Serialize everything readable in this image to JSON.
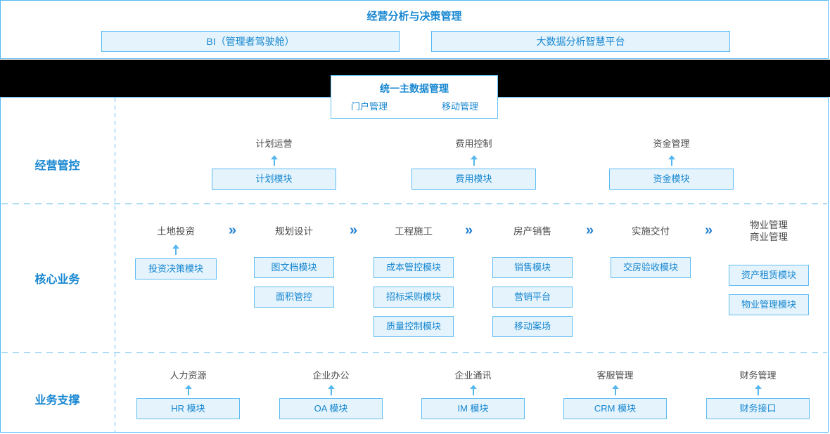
{
  "colors": {
    "accent_blue": "#1787d1",
    "box_fill": "#e4f3fc",
    "box_border": "#5fbdf3",
    "frame_border": "#54b9f5",
    "dashed_line": "#aedbf6",
    "stage_text": "#4a4a4a",
    "divider_bar": "#000000"
  },
  "top": {
    "title": "经营分析与决策管理",
    "boxes": [
      {
        "label": "BI（管理者驾驶舱）"
      },
      {
        "label": "大数据分析智慧平台"
      }
    ]
  },
  "master": {
    "title": "统一主数据管理",
    "items": [
      {
        "label": "门户管理"
      },
      {
        "label": "移动管理"
      }
    ]
  },
  "rows": {
    "management": {
      "label": "经营管控",
      "groups": [
        {
          "stage": "计划运营",
          "module": "计划模块"
        },
        {
          "stage": "费用控制",
          "module": "费用模块"
        },
        {
          "stage": "资金管理",
          "module": "资金模块"
        }
      ]
    },
    "core": {
      "label": "核心业务",
      "chevron": "»",
      "stages": [
        {
          "label": "土地投资",
          "modules": [
            "投资决策模块"
          ]
        },
        {
          "label": "规划设计",
          "modules": [
            "图文档模块",
            "面积管控"
          ]
        },
        {
          "label": "工程施工",
          "modules": [
            "成本管控模块",
            "招标采购模块",
            "质量控制模块"
          ]
        },
        {
          "label": "房产销售",
          "modules": [
            "销售模块",
            "营销平台",
            "移动案场"
          ]
        },
        {
          "label": "实施交付",
          "modules": [
            "交房验收模块"
          ]
        },
        {
          "label": "物业管理",
          "label2": "商业管理",
          "modules": [
            "资产租赁模块",
            "物业管理模块"
          ]
        }
      ]
    },
    "support": {
      "label": "业务支撑",
      "groups": [
        {
          "stage": "人力资源",
          "module": "HR 模块"
        },
        {
          "stage": "企业办公",
          "module": "OA 模块"
        },
        {
          "stage": "企业通讯",
          "module": "IM 模块"
        },
        {
          "stage": "客服管理",
          "module": "CRM 模块"
        },
        {
          "stage": "财务管理",
          "module": "财务接口"
        }
      ]
    }
  }
}
